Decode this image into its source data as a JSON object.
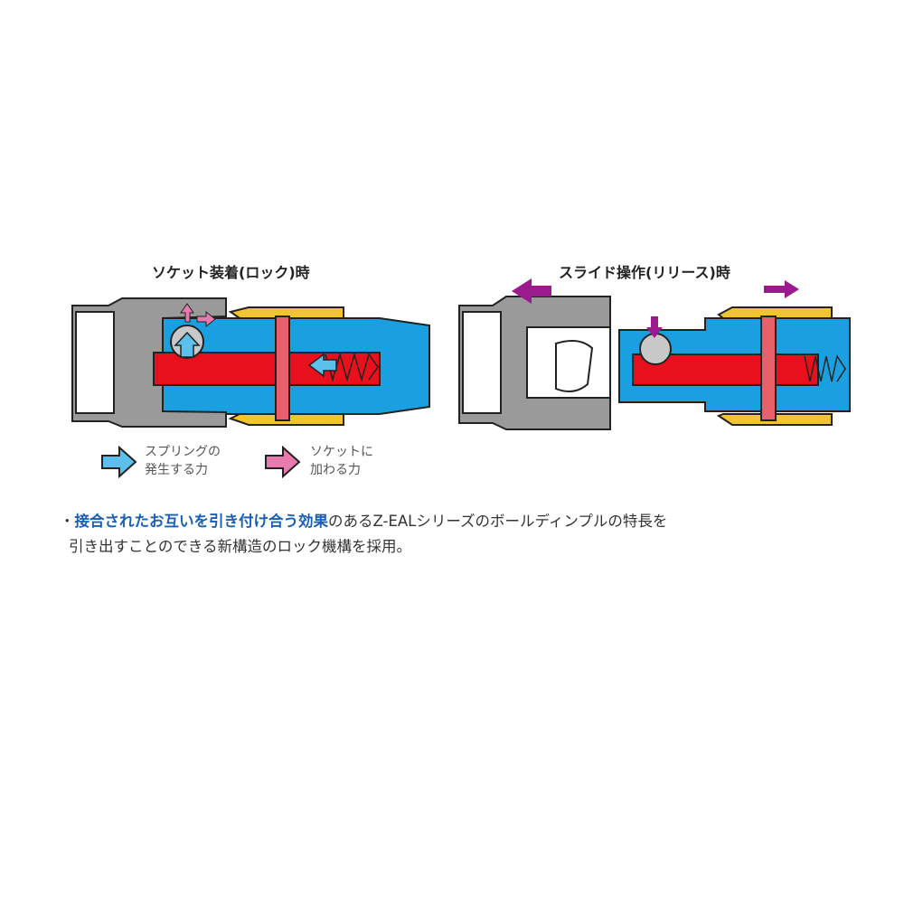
{
  "left_diagram": {
    "title": "ソケット装着(ロック)時"
  },
  "right_diagram": {
    "title": "スライド操作(リリース)時"
  },
  "legend": [
    {
      "line1": "スプリングの",
      "line2": "発生する力",
      "color": "#5bc0eb"
    },
    {
      "line1": "ソケットに",
      "line2": "加わる力",
      "color": "#e87ab0"
    }
  ],
  "description": {
    "bullet": "・",
    "highlight": "接合されたお互いを引き付け合う効果",
    "rest_line1": "のあるZ-EALシリーズのボールディンプルの特長を",
    "line2": "引き出すことのできる新構造のロック機構を採用。"
  },
  "colors": {
    "body": "#1aa0e0",
    "rod": "#e8101c",
    "sleeve": "#f2c530",
    "socket": "#9a9a9a",
    "release_arrow": "#9b1b8f"
  }
}
